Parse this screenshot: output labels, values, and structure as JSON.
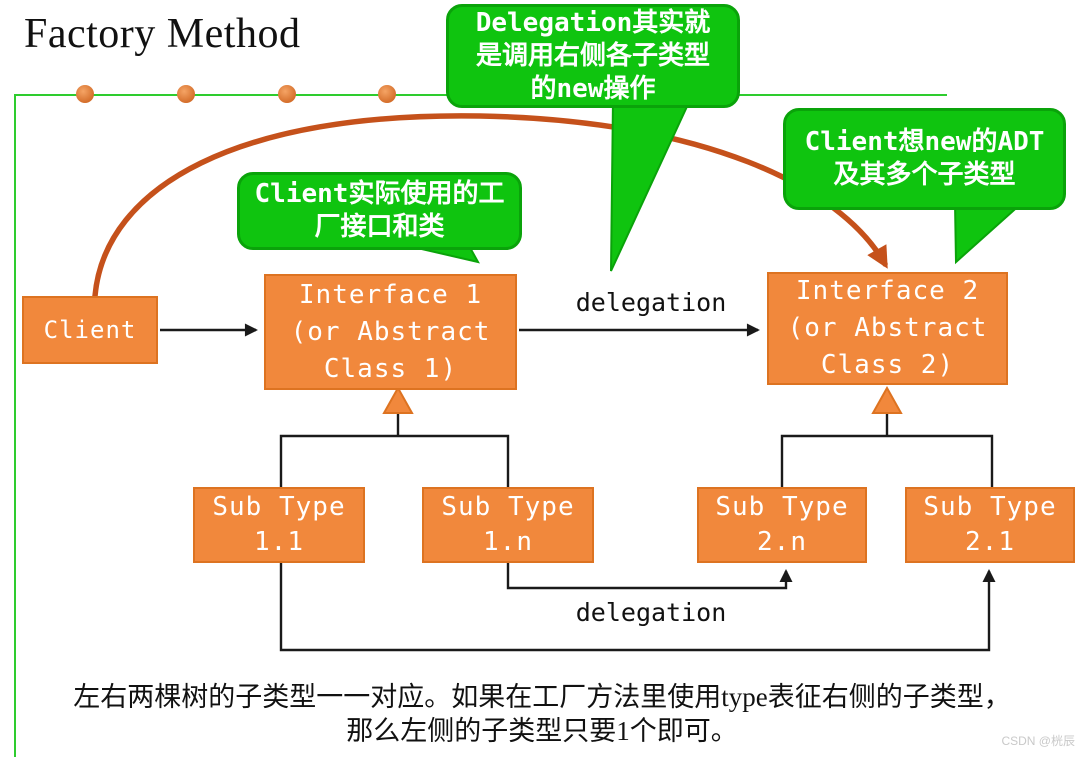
{
  "title": "Factory Method",
  "watermark": "CSDN @桄辰",
  "colors": {
    "box_orange": "#F1883C",
    "box_border": "#DD7321",
    "bubble_green": "#0FC40F",
    "bubble_border": "#0AA30A",
    "line_green": "#2ECC2E",
    "arc_red": "#C5511B",
    "ink": "#111111",
    "watermark_gray": "#C9C9C9"
  },
  "callouts": [
    {
      "id": "delegation-note",
      "lines": [
        "Delegation其实就",
        "是调用右侧各子类型",
        "的new操作"
      ]
    },
    {
      "id": "client-new-adt-note",
      "lines": [
        "Client想new的ADT",
        "及其多个子类型"
      ]
    },
    {
      "id": "client-factory-note",
      "lines": [
        "Client实际使用的工",
        "厂接口和类"
      ]
    }
  ],
  "nodes": {
    "client": {
      "label": "Client"
    },
    "interface1": {
      "lines": [
        "Interface 1",
        "(or Abstract",
        "Class 1)"
      ]
    },
    "interface2": {
      "lines": [
        "Interface 2",
        "(or Abstract",
        "Class 2)"
      ]
    },
    "sub11": {
      "lines": [
        "Sub Type",
        "1.1"
      ]
    },
    "sub1n": {
      "lines": [
        "Sub Type",
        "1.n"
      ]
    },
    "sub2n": {
      "lines": [
        "Sub Type",
        "2.n"
      ]
    },
    "sub21": {
      "lines": [
        "Sub Type",
        "2.1"
      ]
    }
  },
  "edges": {
    "delegation_top": "delegation",
    "delegation_bottom": "delegation"
  },
  "footer": {
    "line1": "左右两棵树的子类型一一对应。如果在工厂方法里使用type表征右侧的子类型，",
    "line2": "那么左侧的子类型只要1个即可。"
  }
}
